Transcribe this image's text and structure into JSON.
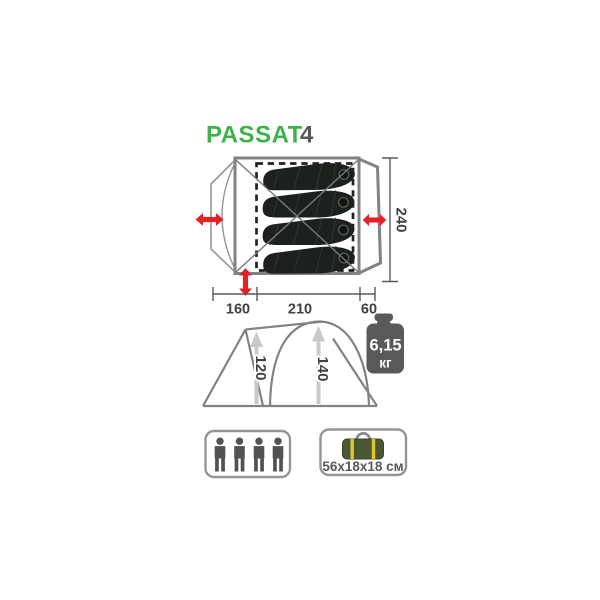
{
  "product": {
    "brand_line": "PASSAT",
    "model": "4"
  },
  "floor_plan": {
    "total_width_cm": "240",
    "vestibule_depth_cm": "160",
    "inner_depth_cm": "210",
    "rear_depth_cm": "60",
    "sleeping_bags_count": 4
  },
  "profile_view": {
    "vestibule_height_cm": "120",
    "dome_height_cm": "140"
  },
  "weight": {
    "value": "6,15",
    "unit": "кг"
  },
  "capacity_persons": 4,
  "packed_size_label": "56x18x18 см",
  "colors": {
    "brand_green": "#3FB04A",
    "dark_text": "#3F4143",
    "outline_gray": "#808285",
    "thin_gray": "#939598",
    "red_arrow": "#E32028",
    "height_arrow_gray": "#C7C9CB",
    "icon_dark_gray": "#58595B",
    "sleeping_bag_black": "#1D211E",
    "duffel_olive": "#4A5733",
    "strap_yellow": "#E2C431"
  }
}
